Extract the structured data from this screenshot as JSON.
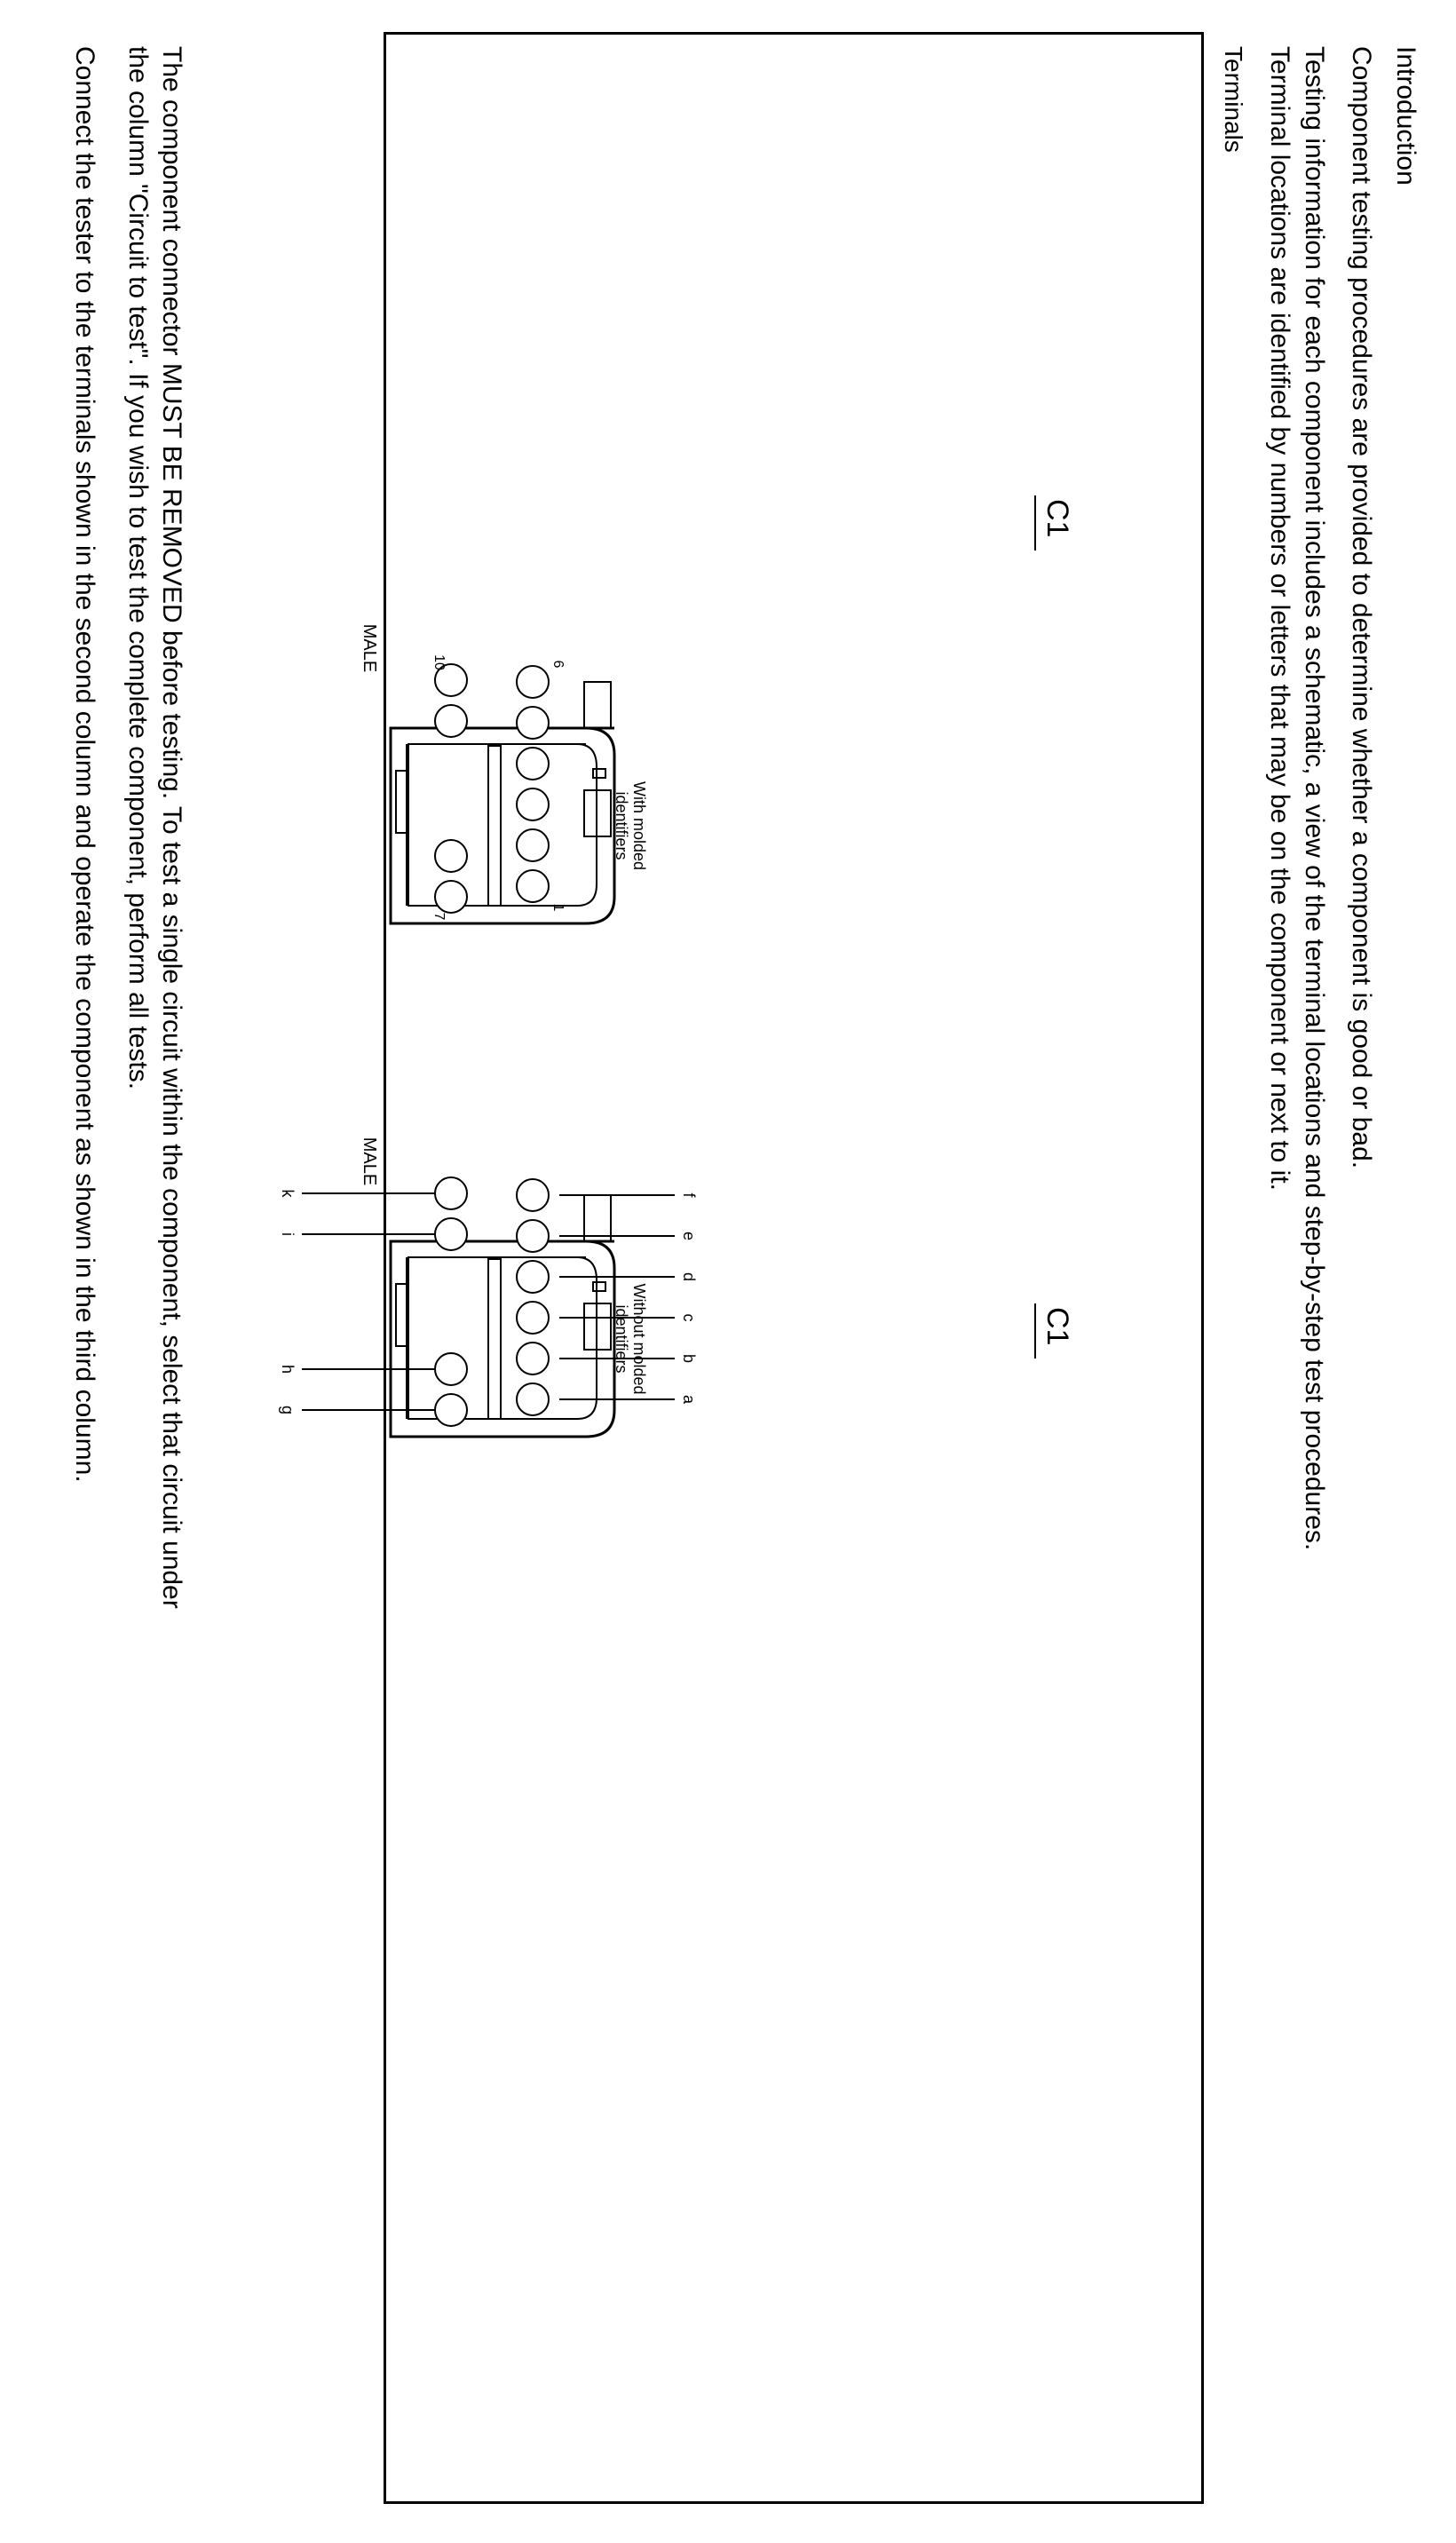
{
  "intro": {
    "heading": "Introduction",
    "line1": "Component testing procedures are provided to determine whether a component is good or bad.",
    "line2": "Testing information for each component includes a schematic, a view of the terminal locations and step-by-step test procedures.",
    "line3": "Terminal locations are identified by numbers or letters that may be on the component or next to it."
  },
  "terminals": {
    "heading": "Terminals",
    "left": {
      "title": "C1",
      "caption_line1": "With molded",
      "caption_line2": "identifiers",
      "gender": "MALE",
      "top_row": [
        "1",
        "",
        "",
        "",
        "",
        "6"
      ],
      "bottom_row": [
        "7",
        "",
        "",
        "10"
      ]
    },
    "right": {
      "title": "C1",
      "caption_line1": "Without molded",
      "caption_line2": "identifiers",
      "gender": "MALE",
      "top_row": [
        "a",
        "b",
        "c",
        "d",
        "e",
        "f"
      ],
      "bottom_row": [
        "g",
        "h",
        "i",
        "k"
      ]
    }
  },
  "instructions": {
    "line1": "The component connector MUST BE REMOVED before testing. To test a single circuit within the component, select that circuit under",
    "line2": "the column \"Circuit to test\". If you wish to test the complete component, perform all tests.",
    "line3": "Connect the tester to the terminals shown in the second column and operate the component as shown in the third column."
  }
}
